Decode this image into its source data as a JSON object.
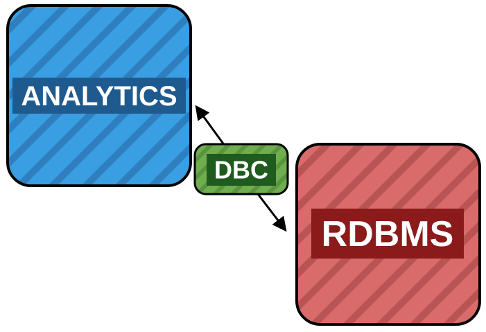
{
  "diagram": {
    "nodes": {
      "analytics": {
        "label": "ANALYTICS",
        "fill": "#3a9ee2",
        "stripe": "#2f7fbf",
        "label_bg": "#1f5a8e"
      },
      "rdbms": {
        "label": "RDBMS",
        "fill": "#d96b6b",
        "stripe": "#b85454",
        "label_bg": "#8b1a1a"
      },
      "dbc": {
        "label": "DBC",
        "fill": "#6fae4f",
        "stripe": "#5a9440",
        "label_bg": "#1f5a1f"
      }
    },
    "edges": [
      {
        "from": "dbc",
        "to": "analytics",
        "arrow": "end"
      },
      {
        "from": "dbc",
        "to": "rdbms",
        "arrow": "end"
      }
    ],
    "colors": {
      "outline": "#000000",
      "arrow": "#000000"
    }
  }
}
